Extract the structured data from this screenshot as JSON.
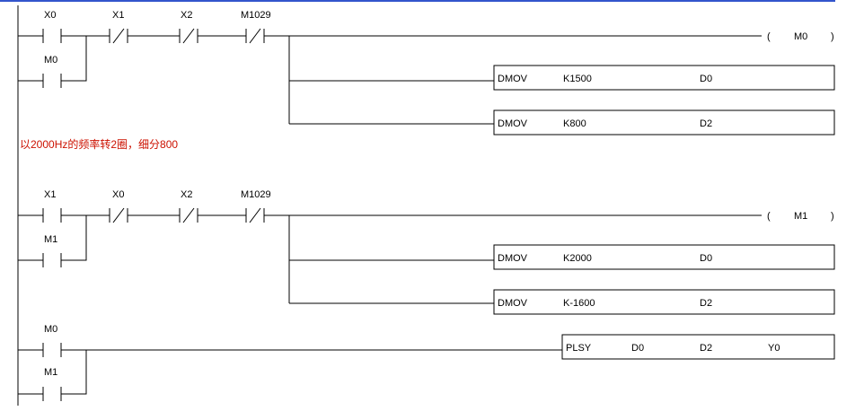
{
  "colors": {
    "background": "#ffffff",
    "wire": "#000000",
    "comment": "#cc1100",
    "top_border": "#3355cc"
  },
  "rungs": [
    {
      "contacts": [
        {
          "label": "X0",
          "type": "NO"
        },
        {
          "label": "X1",
          "type": "NC"
        },
        {
          "label": "X2",
          "type": "NC"
        },
        {
          "label": "M1029",
          "type": "NC"
        }
      ],
      "parallel_contact": {
        "label": "M0",
        "type": "NO"
      },
      "coil": {
        "open": "(",
        "name": "M0",
        "close": ")"
      },
      "instructions": [
        {
          "op": "DMOV",
          "a": "K1500",
          "b": "D0"
        },
        {
          "op": "DMOV",
          "a": "K800",
          "b": "D2"
        }
      ]
    },
    {
      "contacts": [
        {
          "label": "X1",
          "type": "NO"
        },
        {
          "label": "X0",
          "type": "NC"
        },
        {
          "label": "X2",
          "type": "NC"
        },
        {
          "label": "M1029",
          "type": "NC"
        }
      ],
      "parallel_contact": {
        "label": "M1",
        "type": "NO"
      },
      "coil": {
        "open": "(",
        "name": "M1",
        "close": ")"
      },
      "instructions": [
        {
          "op": "DMOV",
          "a": "K2000",
          "b": "D0"
        },
        {
          "op": "DMOV",
          "a": "K-1600",
          "b": "D2"
        }
      ]
    },
    {
      "contacts": [
        {
          "label": "M0",
          "type": "NO"
        }
      ],
      "parallel_contact": {
        "label": "M1",
        "type": "NO"
      },
      "instruction": {
        "op": "PLSY",
        "a": "D0",
        "b": "D2",
        "c": "Y0"
      }
    }
  ],
  "comment": "以2000Hz的频率转2圈，细分800"
}
